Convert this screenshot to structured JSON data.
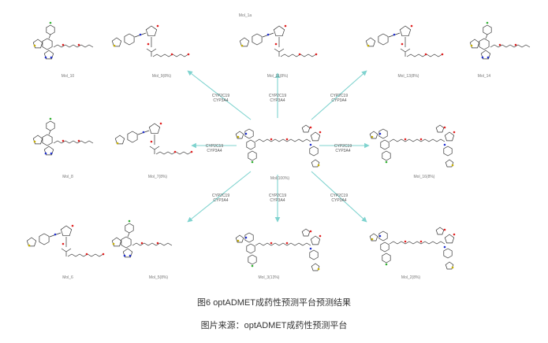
{
  "molecules": {
    "top_title": "Mol_1a",
    "m10": "Mol_10",
    "m9": "Mol_9(8%)",
    "m11": "Mol_11(8%)",
    "m13": "Mol_13(8%)",
    "m14": "Mol_14",
    "m8": "Mol_8",
    "m7": "Mol_7(8%)",
    "center": "Mol(100%)",
    "m16": "Mol_16(8%)",
    "m6": "Mol_6",
    "m5": "Mol_5(8%)",
    "m3": "Mol_3(13%)",
    "m2": "Mol_2(8%)"
  },
  "enzyme_lines": [
    "CYP2C19",
    "CYP3A4"
  ],
  "colors": {
    "arrow": "#7fd3cf",
    "bond": "#333333",
    "oxygen": "#e02020",
    "nitrogen": "#2030d0",
    "sulfur": "#c8b000",
    "chlorine": "#30b030"
  },
  "captions": {
    "figure": "图6 optADMET成药性预测平台预测结果",
    "source": "图片来源：optADMET成药性预测平台"
  }
}
